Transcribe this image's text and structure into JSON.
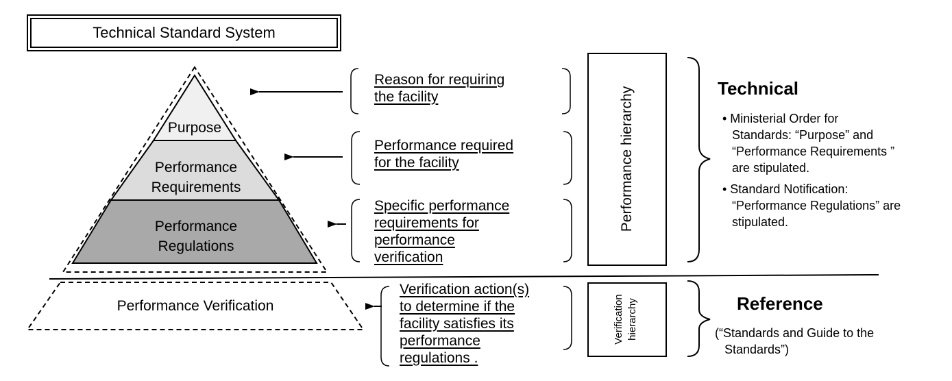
{
  "title": "Technical Standard System",
  "pyramid": {
    "purpose": "Purpose",
    "requirements_line1": "Performance",
    "requirements_line2": "Requirements",
    "regulations_line1": "Performance",
    "regulations_line2": "Regulations",
    "verification": "Performance Verification"
  },
  "descriptions": {
    "purpose_line1": "Reason for requiring",
    "purpose_line2": "the facility",
    "requirements_line1": "Performance required",
    "requirements_line2": "for the facility",
    "regulations_line1": "Specific performance",
    "regulations_line2": "requirements for",
    "regulations_line3": "performance",
    "regulations_line4": "verification",
    "verification_line1": "Verification action(s)",
    "verification_line2": "to determine if the",
    "verification_line3": "facility satisfies its",
    "verification_line4": "performance",
    "verification_line5": "regulations ."
  },
  "hierarchies": {
    "performance": "Performance hierarchy",
    "verification_line1": "Verification",
    "verification_line2": "hierarchy"
  },
  "technical": {
    "heading": "Technical",
    "bullet1_line1": "• Ministerial Order for",
    "bullet1_line2": "Standards: “Purpose” and",
    "bullet1_line3": "“Performance Requirements ”",
    "bullet1_line4": "are stipulated.",
    "bullet2_line1": "• Standard Notification:",
    "bullet2_line2": "“Performance Regulations” are",
    "bullet2_line3": "stipulated."
  },
  "reference": {
    "heading": "Reference",
    "line1": "(“Standards and Guide to the",
    "line2": "Standards”)"
  },
  "colors": {
    "purpose_fill": "#f0f0f0",
    "requirements_fill": "#dcdcdc",
    "regulations_fill": "#a9a9a9",
    "line": "#000000"
  }
}
